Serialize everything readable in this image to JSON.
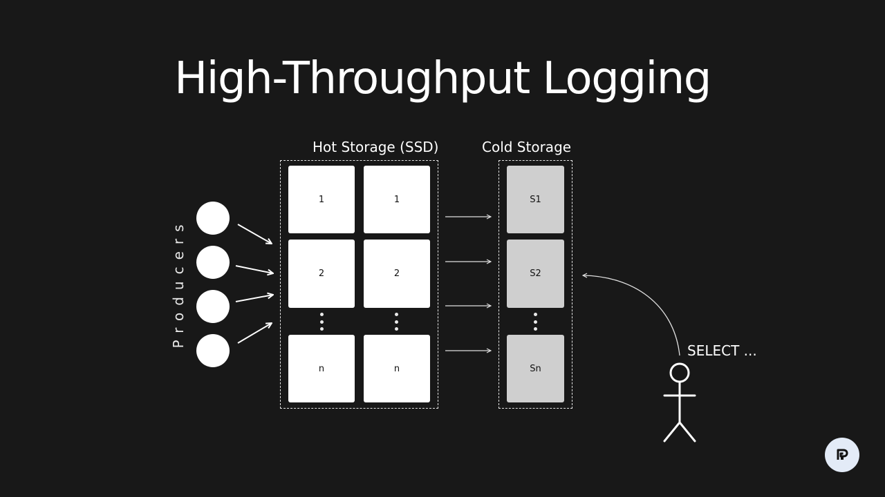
{
  "title": "High-Throughput Logging",
  "hot_storage": {
    "label": "Hot Storage (SSD)",
    "columns": [
      {
        "cells": [
          "1",
          "2",
          "n"
        ]
      },
      {
        "cells": [
          "1",
          "2",
          "n"
        ]
      }
    ]
  },
  "cold_storage": {
    "label": "Cold Storage",
    "cells": [
      "S1",
      "S2",
      "Sn"
    ]
  },
  "producers": {
    "label": "Producers",
    "count": 4
  },
  "query": {
    "text": "SELECT ..."
  },
  "colors": {
    "background": "#181818",
    "hot_cell": "#ffffff",
    "cold_cell": "#cfcfcf",
    "logo_bg": "#e3ebf7"
  },
  "icons": {
    "logo": "p-logo-icon",
    "user": "stick-figure-icon"
  }
}
